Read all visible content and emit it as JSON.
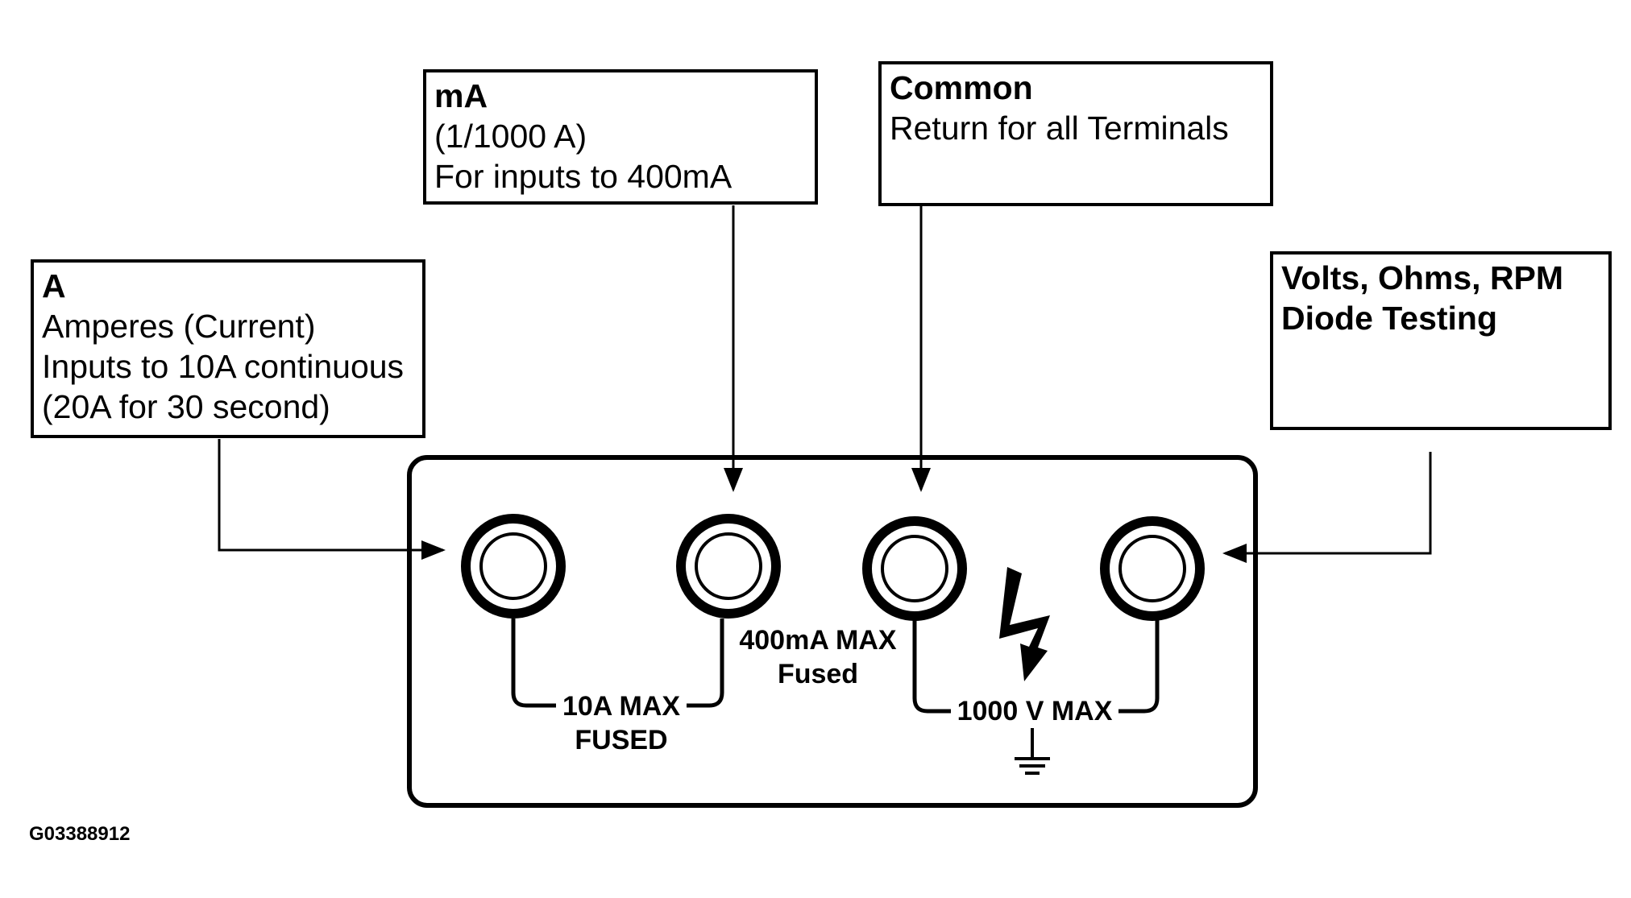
{
  "callouts": {
    "amps": {
      "title": "A",
      "lines": [
        "Amperes (Current)",
        "Inputs to 10A continuous",
        "(20A for 30 second)"
      ]
    },
    "milliamps": {
      "title": "mA",
      "lines": [
        "(1/1000 A)",
        "For inputs to 400mA"
      ]
    },
    "common": {
      "title": "Common",
      "lines": [
        "Return for all Terminals"
      ]
    },
    "volts": {
      "title": "Volts, Ohms, RPM",
      "lines": [
        "Diode Testing"
      ]
    }
  },
  "panel_labels": {
    "amps_max": [
      "10A MAX",
      "FUSED"
    ],
    "ma_max": [
      "400mA MAX",
      "Fused"
    ],
    "volt_max": "1000 V MAX"
  },
  "figure_id": "G03388912",
  "icons": [
    "lightning-bolt-icon",
    "ground-symbol-icon"
  ]
}
